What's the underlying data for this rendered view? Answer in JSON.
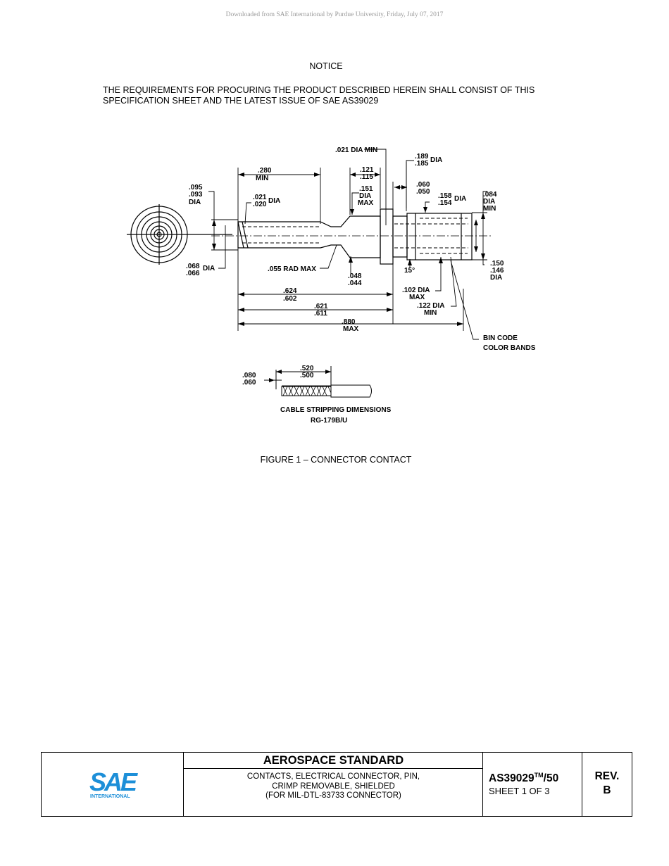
{
  "header": {
    "watermark": "Downloaded from SAE International by Purdue University, Friday, July 07, 2017"
  },
  "notice": {
    "title": "NOTICE",
    "line1": "THE REQUIREMENTS FOR PROCURING THE PRODUCT DESCRIBED HEREIN SHALL CONSIST OF THIS",
    "line2": "SPECIFICATION SHEET AND THE LATEST ISSUE OF SAE AS39029"
  },
  "drawing": {
    "dims": {
      "d021_dia_min": ".021 DIA MIN",
      "d189": ".189",
      "d185": ".185",
      "dia": "DIA",
      "d280": ".280",
      "min": "MIN",
      "d121": ".121",
      "d115": ".115",
      "d095": ".095",
      "d093": ".093",
      "d151": ".151",
      "d060": ".060",
      "d050": ".050",
      "d084": ".084",
      "d158": ".158",
      "d154": ".154",
      "d021": ".021",
      "d020": ".020",
      "max": "MAX",
      "d068": ".068",
      "d066": ".066",
      "rad": ".055 RAD MAX",
      "d048": ".048",
      "d044": ".044",
      "deg15": "15°",
      "d150": ".150",
      "d146": ".146",
      "d624": ".624",
      "d602": ".602",
      "d102": ".102 DIA",
      "d621": ".621",
      "d611": ".611",
      "d122": ".122 DIA",
      "d880": ".880",
      "bin1": "BIN CODE",
      "bin2": "COLOR BANDS",
      "d520": ".520",
      "d500": ".500",
      "d080": ".080",
      "d060b": ".060",
      "cable1": "CABLE STRIPPING DIMENSIONS",
      "cable2": "RG-179B/U"
    }
  },
  "figure": {
    "caption": "FIGURE 1 – CONNECTOR CONTACT"
  },
  "title_block": {
    "logo_letters": "SAE",
    "logo_sub": "INTERNATIONAL",
    "heading": "AEROSPACE STANDARD",
    "desc1": "CONTACTS, ELECTRICAL CONNECTOR, PIN,",
    "desc2": "CRIMP REMOVABLE, SHIELDED",
    "desc3": "(FOR MIL-DTL-83733 CONNECTOR)",
    "doc_number": "AS39029",
    "trademark": "TM",
    "doc_suffix": "/50",
    "sheet": "SHEET 1 OF 3",
    "rev_label": "REV.",
    "rev_value": "B"
  },
  "colors": {
    "logo_blue": "#1d8fd8",
    "watermark_gray": "#9a9a9a"
  }
}
